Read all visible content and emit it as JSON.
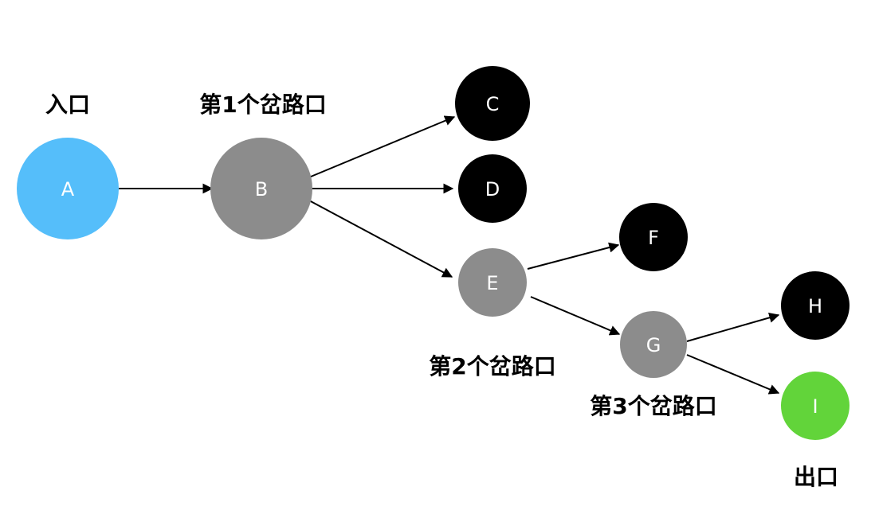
{
  "colors": {
    "entry": "#55BEFA",
    "branch": "#8C8C8C",
    "dead_end": "#000000",
    "exit": "#62D43A",
    "edge": "#000000",
    "label_text": "#FFFFFF"
  },
  "nodes": {
    "A": {
      "label": "A",
      "kind": "entry"
    },
    "B": {
      "label": "B",
      "kind": "branch"
    },
    "C": {
      "label": "C",
      "kind": "dead_end"
    },
    "D": {
      "label": "D",
      "kind": "dead_end"
    },
    "E": {
      "label": "E",
      "kind": "branch"
    },
    "F": {
      "label": "F",
      "kind": "dead_end"
    },
    "G": {
      "label": "G",
      "kind": "branch"
    },
    "H": {
      "label": "H",
      "kind": "dead_end"
    },
    "I": {
      "label": "I",
      "kind": "exit"
    }
  },
  "edges": [
    {
      "from": "A",
      "to": "B"
    },
    {
      "from": "B",
      "to": "C"
    },
    {
      "from": "B",
      "to": "D"
    },
    {
      "from": "B",
      "to": "E"
    },
    {
      "from": "E",
      "to": "F"
    },
    {
      "from": "E",
      "to": "G"
    },
    {
      "from": "G",
      "to": "H"
    },
    {
      "from": "G",
      "to": "I"
    }
  ],
  "captions": {
    "entrance": "入口",
    "fork1": "第1个岔路口",
    "fork2": "第2个岔路口",
    "fork3": "第3个岔路口",
    "exit": "出口"
  }
}
